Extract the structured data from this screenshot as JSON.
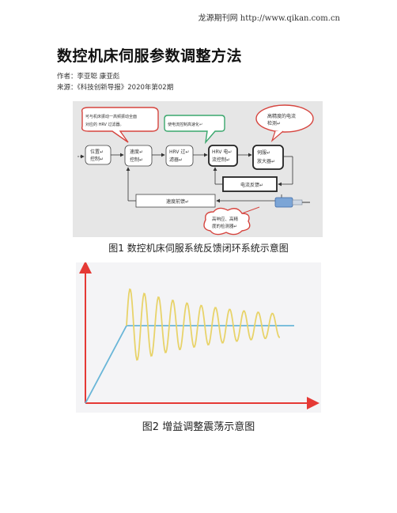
{
  "site": {
    "header": "龙源期刊网 http://www.qikan.com.cn"
  },
  "article": {
    "title": "数控机床伺服参数调整方法",
    "authors": "作者：李亚聪  康亚彪",
    "source": "来源：《科技创新导报》2020年第02期"
  },
  "figure1": {
    "caption": "图1   数控机床伺服系统反馈闭环系统示意图",
    "blocks": {
      "position": [
        "位置↵",
        "控制↵"
      ],
      "speed": [
        "速度↵",
        "控制↵"
      ],
      "hrv_filter": [
        "HRV 过↵",
        "滤器↵"
      ],
      "hrv_current": [
        "HRV 电↵",
        "流控制↵"
      ],
      "amplifier": [
        "伺服↵",
        "放大器↵"
      ],
      "current_feedback": "电流反馈↵",
      "speed_feedback": "速度前馈↵"
    },
    "callouts": {
      "left": [
        "可与机床振动一高频振动全面",
        "对应的 HRV 过滤器。"
      ],
      "middle": "使电流控制高速化↵",
      "right": [
        "高精度的电流",
        "检测↵"
      ],
      "bottom": [
        "高响应、高精",
        "度的检测器↵"
      ]
    },
    "colors": {
      "callout_red": "#d6453f",
      "callout_green": "#3aa76d",
      "box_dark": "#222222"
    }
  },
  "figure2": {
    "caption": "图2   增益调整震荡示意图",
    "colors": {
      "axis": "#e53935",
      "ramp": "#6ab6d8",
      "oscillation": "#e8d36a",
      "setpoint": "#5bb7c9"
    }
  }
}
